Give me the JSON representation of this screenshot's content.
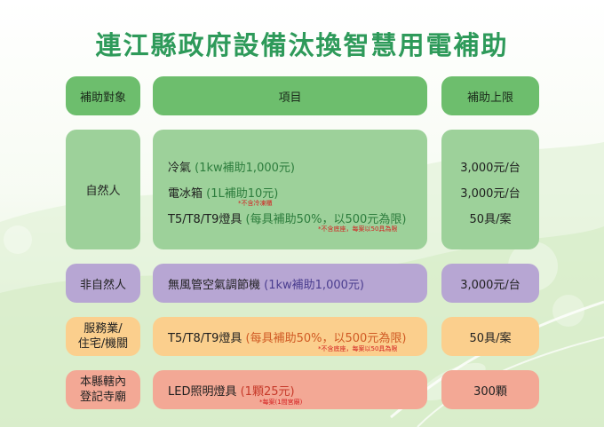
{
  "title": "連江縣政府設備汰換智慧用電補助",
  "headers": {
    "target": "補助對象",
    "item": "項目",
    "limit": "補助上限"
  },
  "rows": {
    "natural": {
      "target": "自然人",
      "items": [
        {
          "name": "冷氣",
          "detail": "(1kw補助1,000元)",
          "limit": "3,000元/台"
        },
        {
          "name": "電冰箱",
          "detail": "(1L補助10元)",
          "note": "*不含冷凍櫃",
          "limit": "3,000元/台"
        },
        {
          "name": "T5/T8/T9燈具",
          "detail": "(每具補助50%，以500元為限)",
          "note": "*不含底座，每案以50具為限",
          "limit": "50具/案"
        }
      ]
    },
    "non_natural": {
      "target": "非自然人",
      "name": "無風管空氣調節機",
      "detail": "(1kw補助1,000元)",
      "limit": "3,000元/台"
    },
    "service": {
      "target_line1": "服務業/",
      "target_line2": "住宅/機關",
      "name": "T5/T8/T9燈具",
      "detail": "(每具補助50%，以500元為限)",
      "note": "*不含底座，每案以50具為限",
      "limit": "50具/案"
    },
    "temple": {
      "target_line1": "本縣轄內",
      "target_line2": "登記寺廟",
      "name": "LED照明燈具",
      "detail": "(1顆25元)",
      "note": "*每案(1間宮廟)",
      "limit": "300顆"
    }
  },
  "colors": {
    "title": "#2e9a5a",
    "header": "#6dbe6d",
    "natural": "#9dd19a",
    "non_natural": "#b7a6d3",
    "service": "#fbcf8d",
    "temple": "#f3a895"
  }
}
